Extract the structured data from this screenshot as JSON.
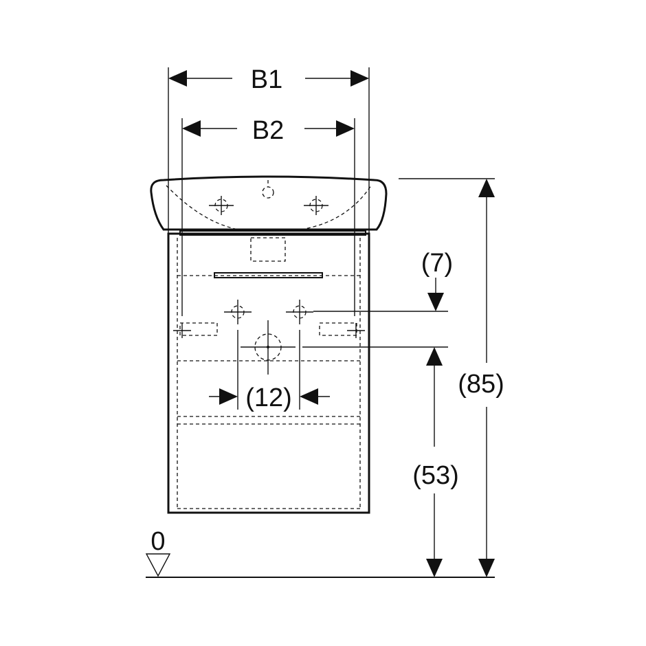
{
  "labels": {
    "width_overall": "B1",
    "width_cabinet": "B2",
    "dim_top_offset": "(7)",
    "dim_center_spacing": "(12)",
    "dim_height_total": "(85)",
    "dim_outlet_height": "(53)",
    "floor_level": "0"
  },
  "colors": {
    "line": "#111111",
    "background": "#ffffff"
  }
}
